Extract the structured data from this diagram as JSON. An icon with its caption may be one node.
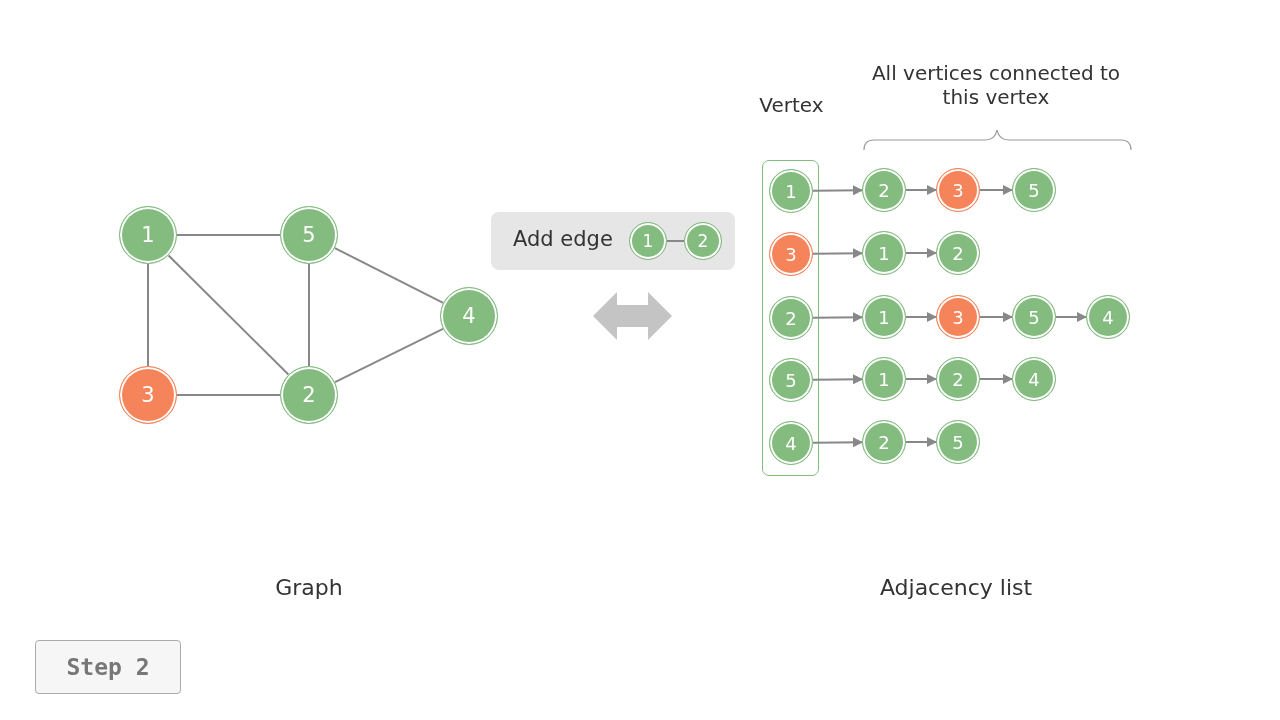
{
  "diagram": {
    "nodes": [
      {
        "text": [
          "1"
        ]
      },
      {
        "text": [
          "5"
        ]
      },
      {
        "text": [
          "4"
        ]
      },
      {
        "text": [
          "3"
        ]
      },
      {
        "text": [
          "2"
        ]
      },
      {
        "text": [
          "Add edge"
        ]
      },
      {
        "text": [
          "1"
        ],
        "in": 5
      },
      {
        "text": [
          "2"
        ],
        "in": 5
      },
      {
        "text": [
          "Vertex"
        ]
      },
      {
        "text": [
          "1"
        ],
        "in": 8
      },
      {
        "text": [
          "3"
        ],
        "in": 8
      },
      {
        "text": [
          "2"
        ],
        "in": 8
      },
      {
        "text": [
          "5"
        ],
        "in": 8
      },
      {
        "text": [
          "4"
        ],
        "in": 8
      },
      {
        "text": [
          "2"
        ]
      },
      {
        "text": [
          "3"
        ]
      },
      {
        "text": [
          "5"
        ]
      },
      {
        "text": [
          "1"
        ]
      },
      {
        "text": [
          "2"
        ]
      },
      {
        "text": [
          "1"
        ]
      },
      {
        "text": [
          "3"
        ]
      },
      {
        "text": [
          "5"
        ]
      },
      {
        "text": [
          "4"
        ]
      },
      {
        "text": [
          "1"
        ]
      },
      {
        "text": [
          "2"
        ]
      },
      {
        "text": [
          "4"
        ]
      },
      {
        "text": [
          "2"
        ]
      },
      {
        "text": [
          "5"
        ]
      },
      {
        "text": [
          "Step 2"
        ]
      }
    ],
    "edges": [
      {
        "from": 0,
        "to": 1,
        "arrow": "none"
      },
      {
        "from": 0,
        "to": 3,
        "arrow": "none"
      },
      {
        "from": 0,
        "to": 4,
        "arrow": "none"
      },
      {
        "from": 1,
        "to": 4,
        "arrow": "none"
      },
      {
        "from": 1,
        "to": 2,
        "arrow": "none"
      },
      {
        "from": 3,
        "to": 4,
        "arrow": "none"
      },
      {
        "from": 4,
        "to": 2,
        "arrow": "none"
      },
      {
        "from": 6,
        "to": 7,
        "arrow": "none"
      },
      {
        "from": 9,
        "to": 14,
        "arrow": "to"
      },
      {
        "from": 14,
        "to": 15,
        "arrow": "to"
      },
      {
        "from": 15,
        "to": 16,
        "arrow": "to"
      },
      {
        "from": 10,
        "to": 17,
        "arrow": "to"
      },
      {
        "from": 17,
        "to": 18,
        "arrow": "to"
      },
      {
        "from": 11,
        "to": 19,
        "arrow": "to"
      },
      {
        "from": 19,
        "to": 20,
        "arrow": "to"
      },
      {
        "from": 20,
        "to": 21,
        "arrow": "to"
      },
      {
        "from": 21,
        "to": 22,
        "arrow": "to"
      },
      {
        "from": 12,
        "to": 23,
        "arrow": "to"
      },
      {
        "from": 23,
        "to": 24,
        "arrow": "to"
      },
      {
        "from": 24,
        "to": 25,
        "arrow": "to"
      },
      {
        "from": 13,
        "to": 26,
        "arrow": "to"
      },
      {
        "from": 26,
        "to": 27,
        "arrow": "to"
      }
    ],
    "labels": [
      "All vertices connected to this vertex",
      "Graph",
      "Adjacency list"
    ]
  }
}
